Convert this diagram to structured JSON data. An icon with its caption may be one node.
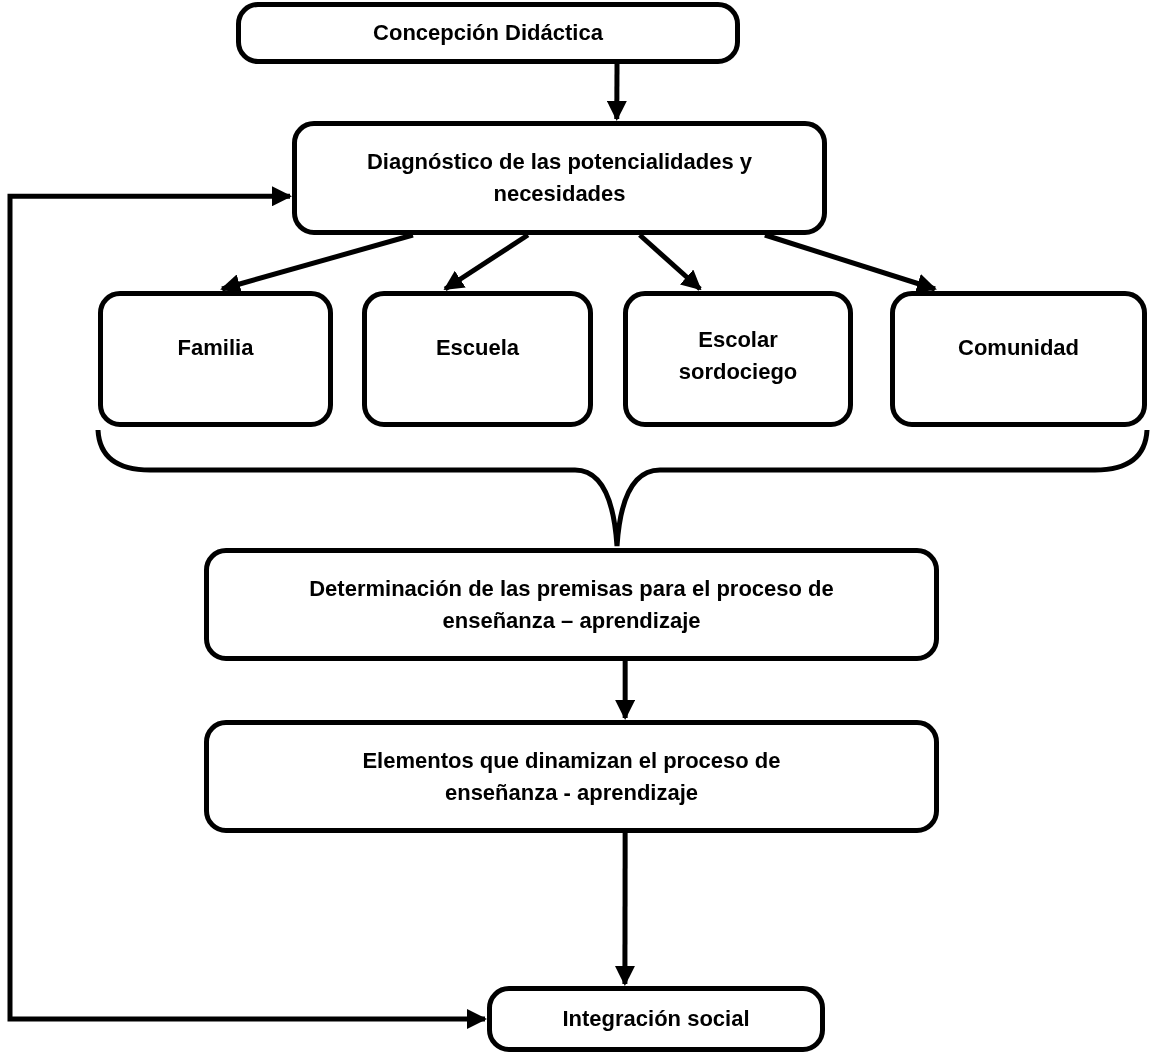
{
  "diagram": {
    "nodes": [
      {
        "text": [
          "Concepción Didáctica"
        ]
      },
      {
        "text": [
          "Diagnóstico de las potencialidades y necesidades"
        ]
      },
      {
        "text": [
          "Familia"
        ]
      },
      {
        "text": [
          "Escuela"
        ]
      },
      {
        "text": [
          "Escolar sordociego"
        ]
      },
      {
        "text": [
          "Comunidad"
        ]
      },
      {
        "text": [
          "Determinación de las premisas para el proceso de enseñanza – aprendizaje"
        ]
      },
      {
        "text": [
          "Elementos que dinamizan el proceso de enseñanza - aprendizaje"
        ]
      },
      {
        "text": [
          "Integración social"
        ]
      }
    ],
    "edges": [
      {
        "from": 0,
        "to": 1,
        "arrow": "to"
      },
      {
        "from": 1,
        "to": 2,
        "arrow": "to"
      },
      {
        "from": 1,
        "to": 3,
        "arrow": "to"
      },
      {
        "from": 1,
        "to": 4,
        "arrow": "to"
      },
      {
        "from": 1,
        "to": 5,
        "arrow": "to"
      },
      {
        "from": 6,
        "to": 7,
        "arrow": "to"
      },
      {
        "from": 7,
        "to": 8,
        "arrow": "to"
      },
      {
        "from": 1,
        "to": 8,
        "arrow": "both"
      }
    ]
  }
}
